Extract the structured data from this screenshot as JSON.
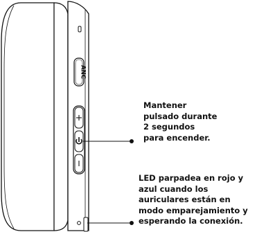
{
  "device": {
    "anc_button_label": "ANC",
    "buttons": [
      {
        "name": "volume-up",
        "icon": "plus-icon"
      },
      {
        "name": "power",
        "icon": "power-icon"
      },
      {
        "name": "volume-down",
        "icon": "minus-icon"
      }
    ],
    "led_colors": [
      "#cc0000",
      "#0033cc"
    ]
  },
  "callouts": {
    "power": {
      "lines": [
        "Mantener",
        "pulsado durante",
        "2 segundos",
        "para encender."
      ]
    },
    "led": {
      "lines": [
        "LED parpadea en rojo y",
        "azul cuando los",
        "auriculares están en",
        "modo emparejamiento y",
        "esperando la conexión."
      ]
    }
  }
}
